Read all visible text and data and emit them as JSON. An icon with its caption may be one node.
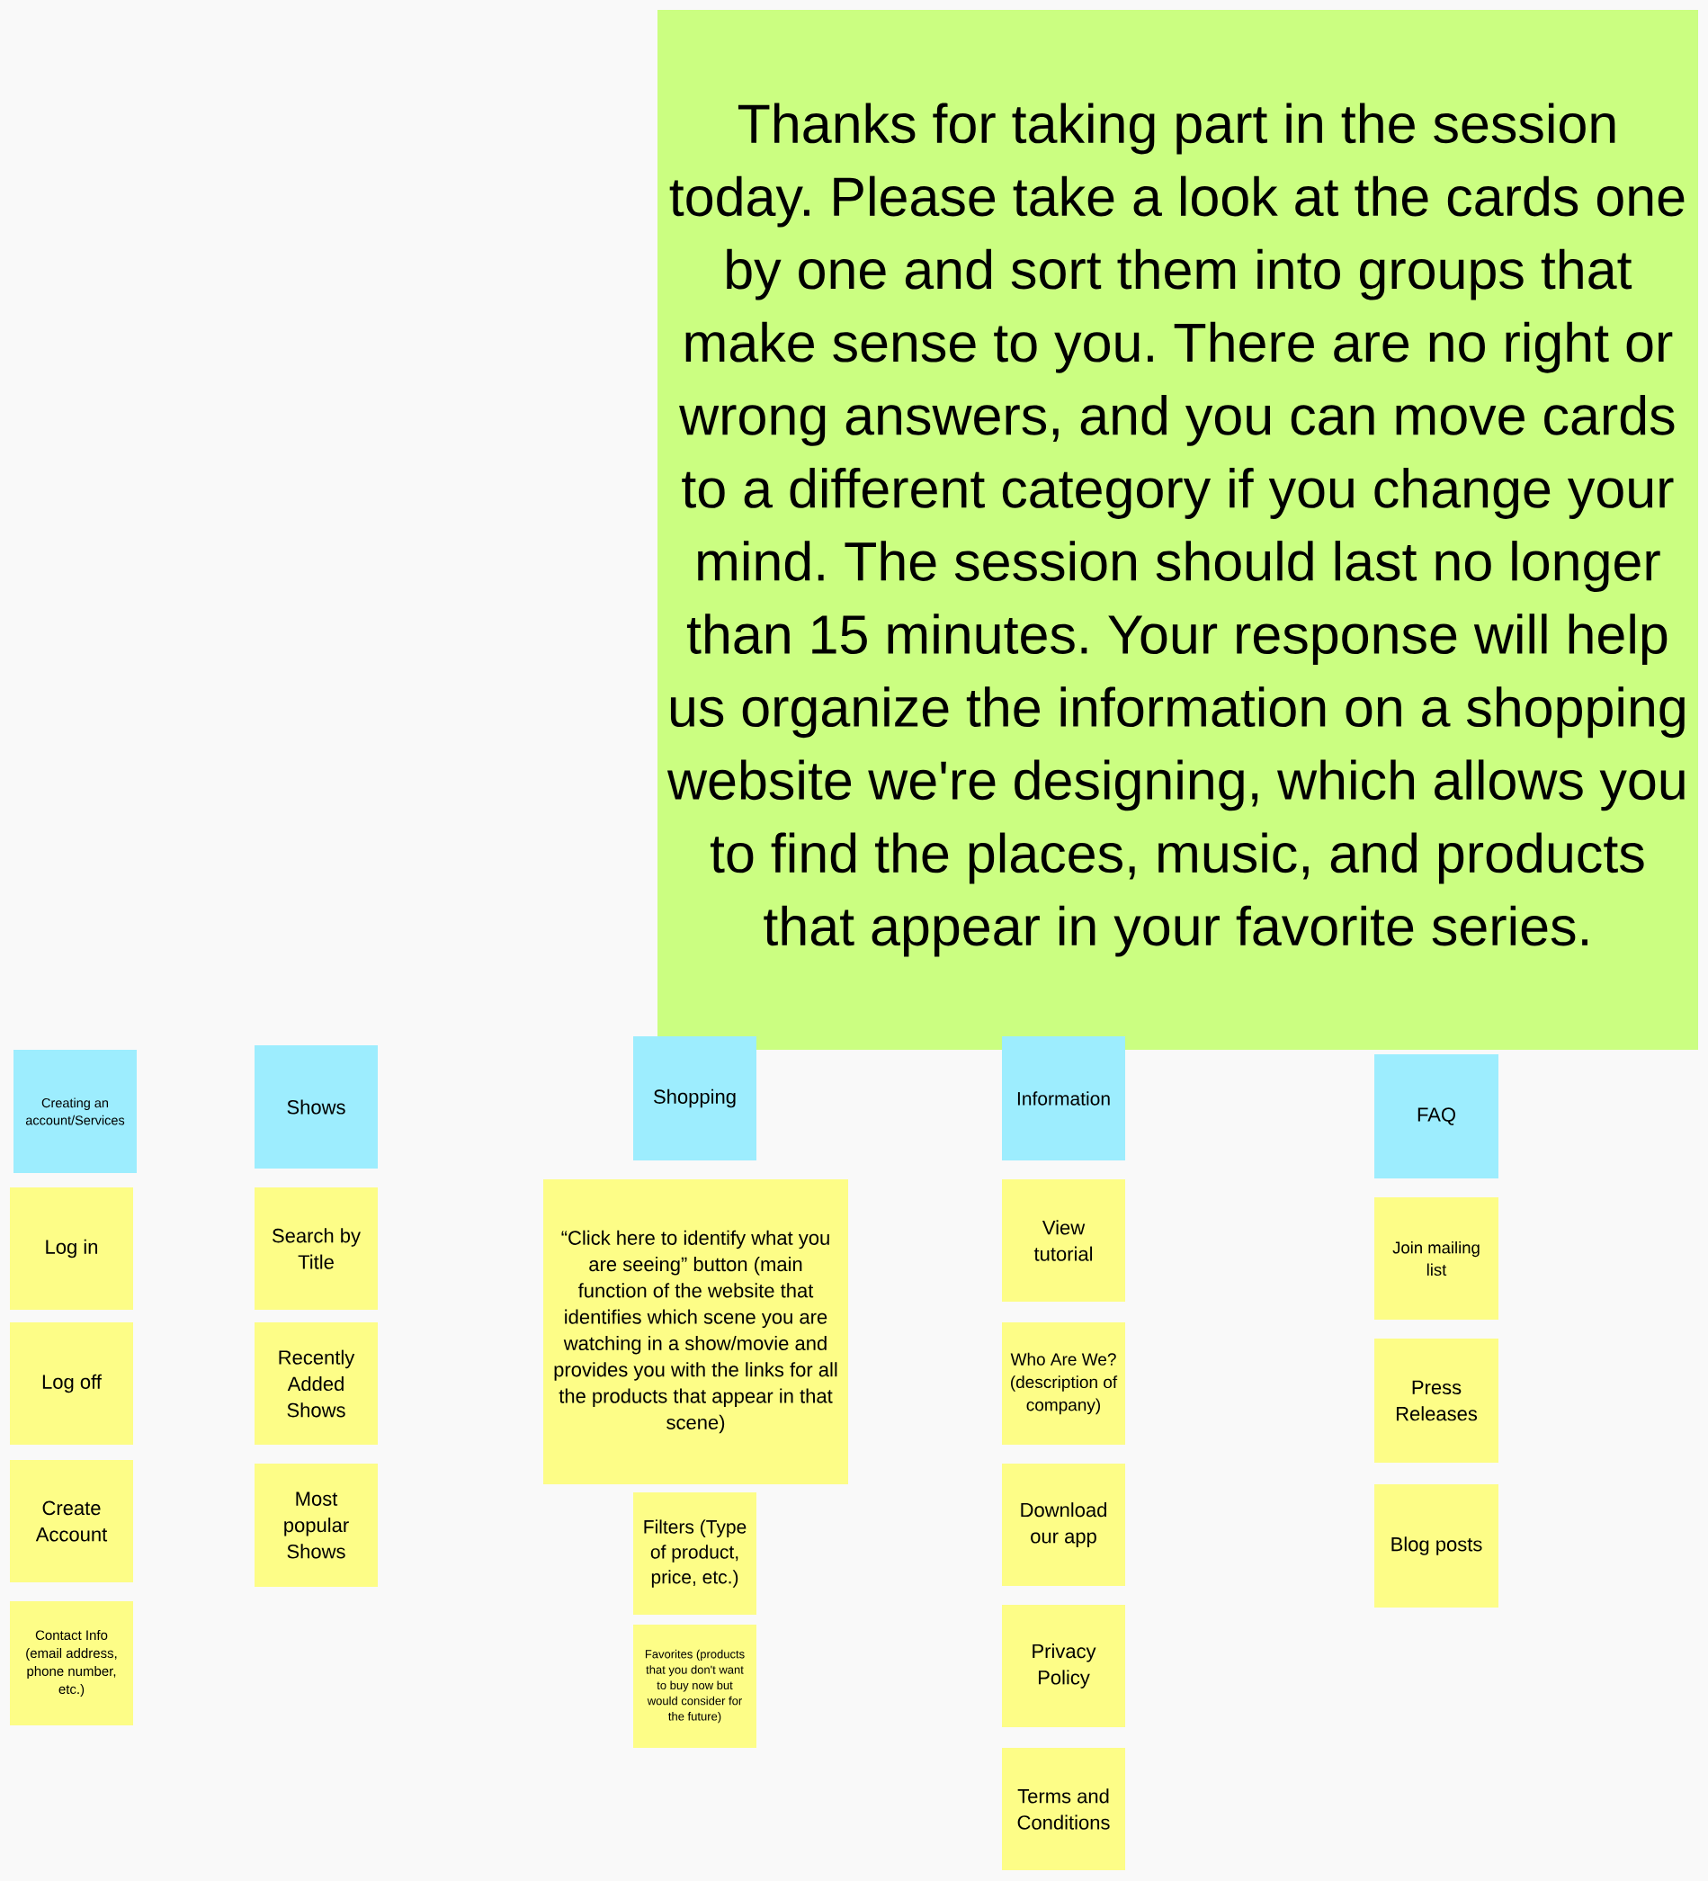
{
  "diagram": {
    "nodes": [
      {
        "text": [
          "Thanks for taking part in the session today. Please take a look at the cards one by one and sort them into groups that make sense to you. There are no right or wrong answers, and you can move cards to a different category if you change your mind. The session should last no longer than 15 minutes. Your response will help us organize the information on a shopping website we're designing, which allows you to find the places, music, and products that appear in your favorite series."
        ]
      },
      {
        "text": [
          "Creating an account/Services"
        ]
      },
      {
        "text": [
          "Log in"
        ]
      },
      {
        "text": [
          "Log off"
        ]
      },
      {
        "text": [
          "Create Account"
        ]
      },
      {
        "text": [
          "Contact Info (email address, phone number, etc.)"
        ]
      },
      {
        "text": [
          "Shows"
        ]
      },
      {
        "text": [
          "Search by Title"
        ]
      },
      {
        "text": [
          "Recently Added Shows"
        ]
      },
      {
        "text": [
          "Most popular Shows"
        ]
      },
      {
        "text": [
          "Shopping"
        ]
      },
      {
        "text": [
          "“Click here to identify what you are seeing” button (main function of the website that identifies which scene you are watching in a show/movie and provides you with the links for all the products that appear in that scene)"
        ]
      },
      {
        "text": [
          "Filters (Type of product, price, etc.)"
        ]
      },
      {
        "text": [
          "Favorites (products that you don't want to buy now but would consider for the future)"
        ]
      },
      {
        "text": [
          "Information"
        ]
      },
      {
        "text": [
          "View tutorial"
        ]
      },
      {
        "text": [
          "Who Are We? (description of company)"
        ]
      },
      {
        "text": [
          "Download our app"
        ]
      },
      {
        "text": [
          "Privacy Policy"
        ]
      },
      {
        "text": [
          "Terms and Conditions"
        ]
      },
      {
        "text": [
          "FAQ"
        ]
      },
      {
        "text": [
          "Join mailing list"
        ]
      },
      {
        "text": [
          "Press Releases"
        ]
      },
      {
        "text": [
          "Blog posts"
        ]
      }
    ]
  }
}
